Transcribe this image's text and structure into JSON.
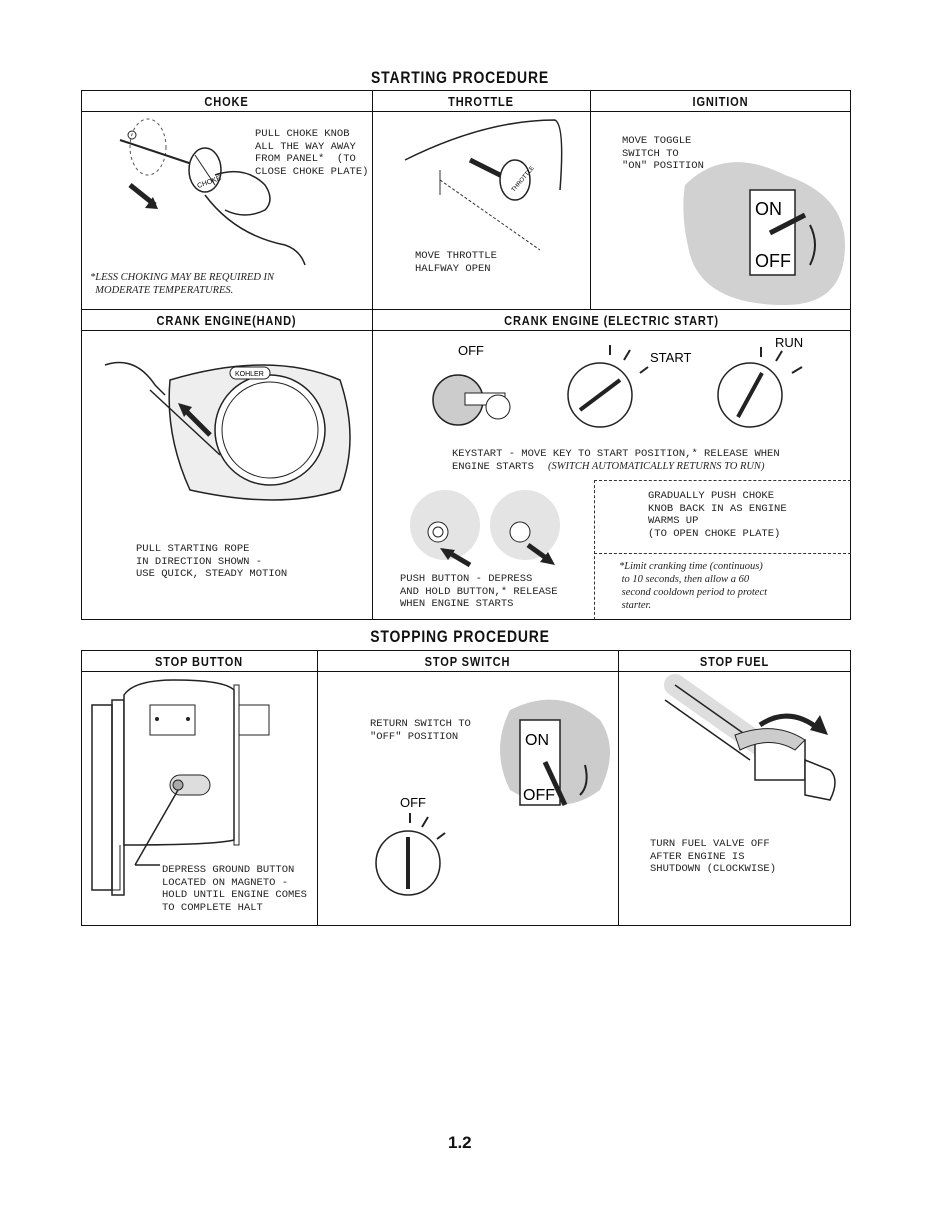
{
  "starting": {
    "title": "STARTING PROCEDURE",
    "headers": {
      "choke": "CHOKE",
      "throttle": "THROTTLE",
      "ignition": "IGNITION",
      "crank_hand": "CRANK ENGINE(HAND)",
      "crank_electric": "CRANK ENGINE (ELECTRIC START)"
    },
    "choke": {
      "instruction": "PULL CHOKE KNOB\nALL THE WAY AWAY\nFROM PANEL*  (TO\nCLOSE CHOKE PLATE)",
      "note": "*LESS CHOKING MAY BE REQUIRED IN\n  MODERATE TEMPERATURES.",
      "knob_label": "CHOKE"
    },
    "throttle": {
      "instruction": "MOVE THROTTLE\nHALFWAY OPEN",
      "knob_label": "THROTTLE"
    },
    "ignition": {
      "instruction": "MOVE TOGGLE\nSWITCH TO\n\"ON\" POSITION",
      "on": "ON",
      "off": "OFF"
    },
    "crank_hand": {
      "instruction": "PULL STARTING ROPE\nIN DIRECTION SHOWN -\nUSE QUICK, STEADY MOTION",
      "brand": "KOHLER"
    },
    "crank_electric": {
      "off_label": "OFF",
      "start_label": "START",
      "run_label": "RUN",
      "keystart_text": "KEYSTART - MOVE KEY TO START POSITION,* RELEASE WHEN\nENGINE STARTS",
      "keystart_note": "(SWITCH AUTOMATICALLY RETURNS TO RUN)",
      "pushbutton_text": "PUSH BUTTON - DEPRESS\nAND HOLD BUTTON,* RELEASE\nWHEN ENGINE STARTS",
      "choke_back_text": "GRADUALLY PUSH CHOKE\nKNOB BACK IN AS ENGINE\nWARMS UP\n(TO OPEN CHOKE PLATE)",
      "limit_note": "*Limit cranking time (continuous)\n to 10 seconds, then allow a 60\n second cooldown period to protect\n starter."
    }
  },
  "stopping": {
    "title": "STOPPING PROCEDURE",
    "headers": {
      "button": "STOP BUTTON",
      "switch": "STOP SWITCH",
      "fuel": "STOP FUEL"
    },
    "button_text": "DEPRESS GROUND BUTTON\nLOCATED ON MAGNETO -\nHOLD UNTIL ENGINE COMES\nTO COMPLETE HALT",
    "switch_text": "RETURN SWITCH TO\n\"OFF\" POSITION",
    "switch_off_label": "OFF",
    "switch_on": "ON",
    "switch_off": "OFF",
    "fuel_text": "TURN FUEL VALVE OFF\nAFTER ENGINE IS\nSHUTDOWN (CLOCKWISE)"
  },
  "page_number": "1.2"
}
